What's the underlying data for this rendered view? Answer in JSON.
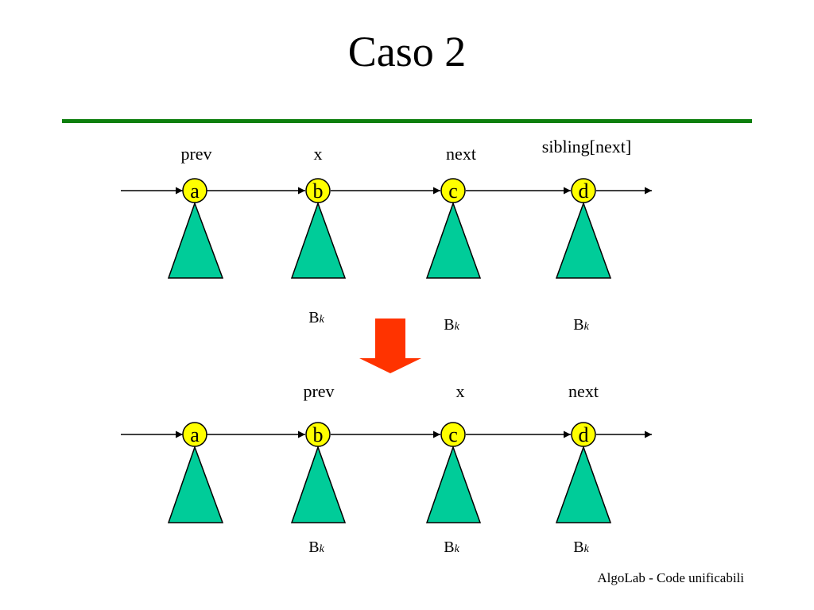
{
  "title": "Caso 2",
  "footer": "AlgoLab - Code unificabili",
  "colors": {
    "rule": "#0d7f0d",
    "node_fill": "#ffff00",
    "triangle_fill": "#00cc99",
    "arrow": "#ff3300"
  },
  "before": {
    "nodes": [
      "a",
      "b",
      "c",
      "d"
    ],
    "pointers": [
      "prev",
      "x",
      "next",
      "sibling[next]"
    ],
    "tree_label": "B",
    "tree_label_sub": "k"
  },
  "after": {
    "nodes": [
      "a",
      "b",
      "c",
      "d"
    ],
    "pointers": [
      "prev",
      "x",
      "next"
    ],
    "tree_label": "B",
    "tree_label_sub": "k"
  }
}
